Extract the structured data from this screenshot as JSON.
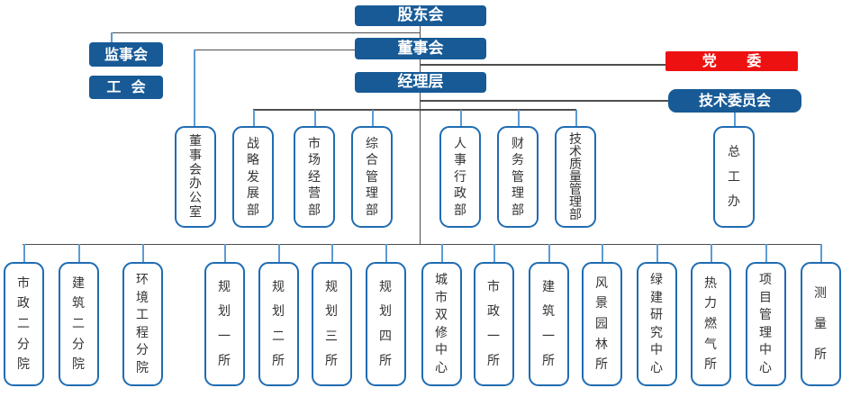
{
  "top_nodes": {
    "shareholders": "股东会",
    "board": "董事会",
    "management": "经理层",
    "supervisory": "监事会",
    "union": "工  会",
    "party": "党      委",
    "tech_committee": "技术委员会"
  },
  "departments": [
    "董事会办公室",
    "战略发展部",
    "市场经营部",
    "综合管理部",
    "人事行政部",
    "财务管理部",
    "技术质量管理部",
    "总工办"
  ],
  "branches": [
    "市政二分院",
    "建筑二分院",
    "环境工程分院",
    "规划一所",
    "规划二所",
    "规划三所",
    "规划四所",
    "城市双修中心",
    "市政一所",
    "建筑一所",
    "风景园林所",
    "绿建研究中心",
    "热力燃气所",
    "项目管理中心",
    "测量所"
  ],
  "colors": {
    "node_blue": "#175A96",
    "party_red": "#EE1111",
    "outline_blue": "#1F6CB2",
    "line_gray": "#4D4D4D",
    "line_blue": "#5B9BD5"
  }
}
